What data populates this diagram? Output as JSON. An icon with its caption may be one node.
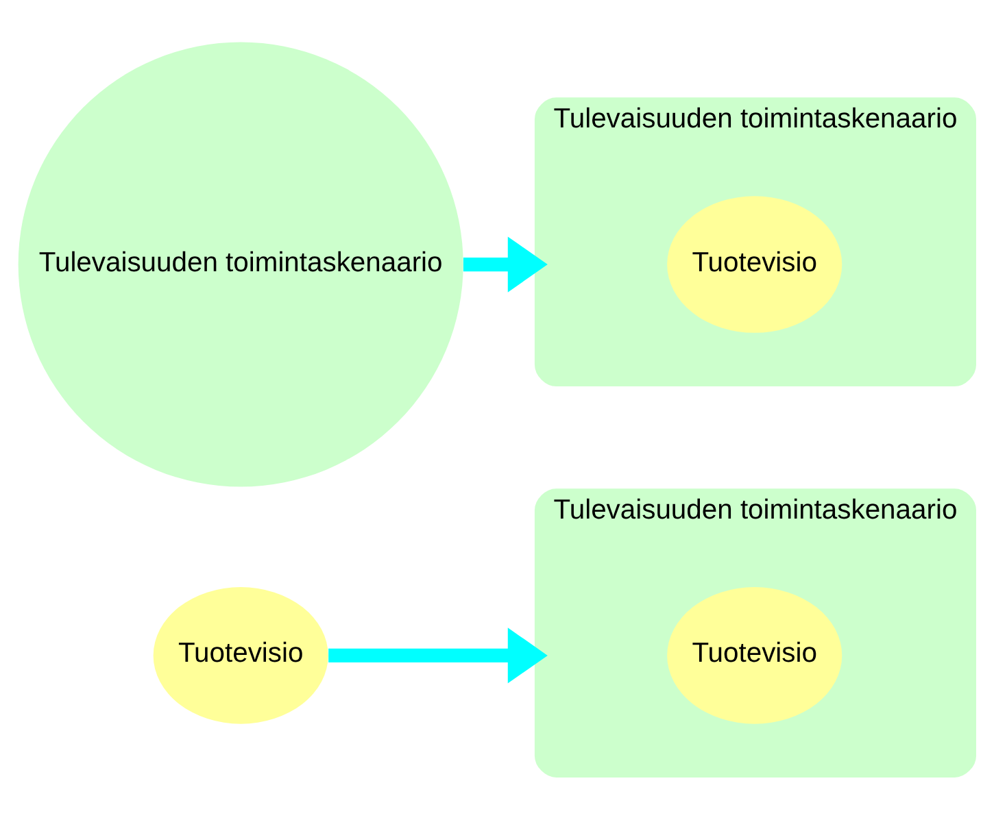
{
  "diagram": {
    "nodes": [
      {
        "text": [
          "Tulevaisuuden toimintaskenaario"
        ]
      },
      {
        "text": [
          "Tulevaisuuden toimintaskenaario"
        ]
      },
      {
        "text": [
          "Tuotevisio"
        ],
        "in": 1
      },
      {
        "text": [
          "Tuotevisio"
        ]
      },
      {
        "text": [
          "Tulevaisuuden toimintaskenaario"
        ]
      },
      {
        "text": [
          "Tuotevisio"
        ],
        "in": 4
      }
    ],
    "edges": [
      {
        "from": 0,
        "to": 1,
        "arrow": "to"
      },
      {
        "from": 3,
        "to": 4,
        "arrow": "to"
      }
    ]
  }
}
